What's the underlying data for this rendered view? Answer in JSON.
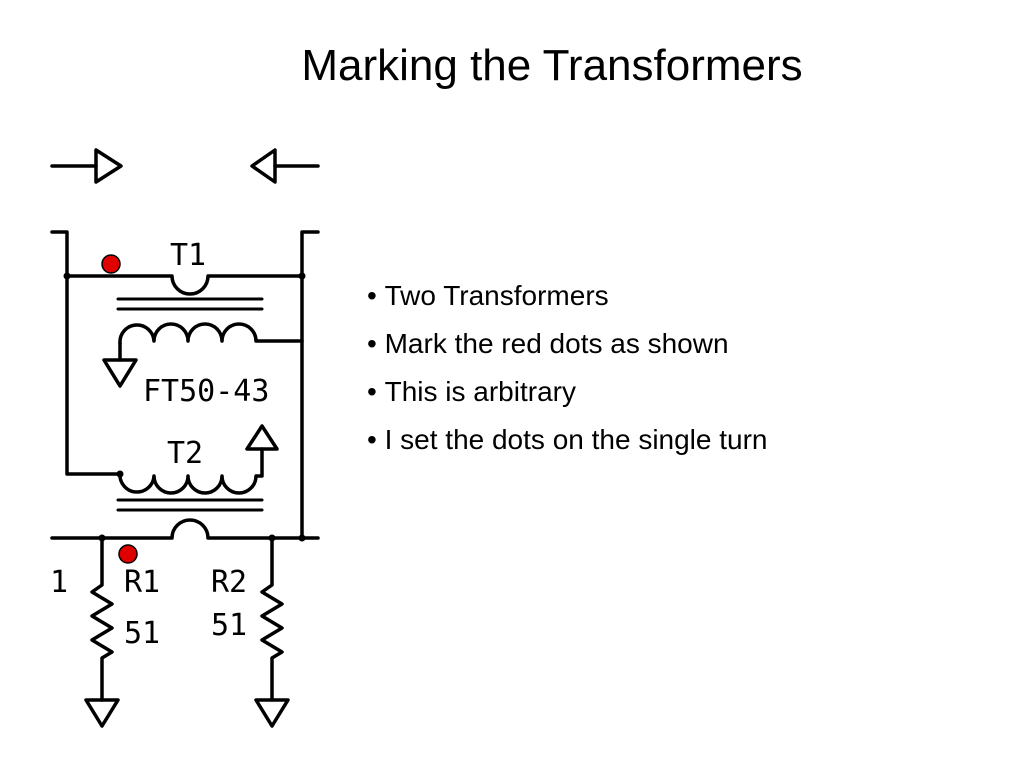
{
  "slide": {
    "title": "Marking the Transformers",
    "bullets": [
      "Two Transformers",
      "Mark the red dots as shown",
      "This is arbitrary",
      "I set the dots on the single turn"
    ]
  },
  "schematic": {
    "labels": {
      "t1": "T1",
      "t2": "T2",
      "core": "FT50-43",
      "r1": "R1",
      "r1_value": "51",
      "r2": "R2",
      "r2_value": "51",
      "edge_digit": "1"
    },
    "colors": {
      "wire": "#000000",
      "dot": "#e00000"
    }
  }
}
